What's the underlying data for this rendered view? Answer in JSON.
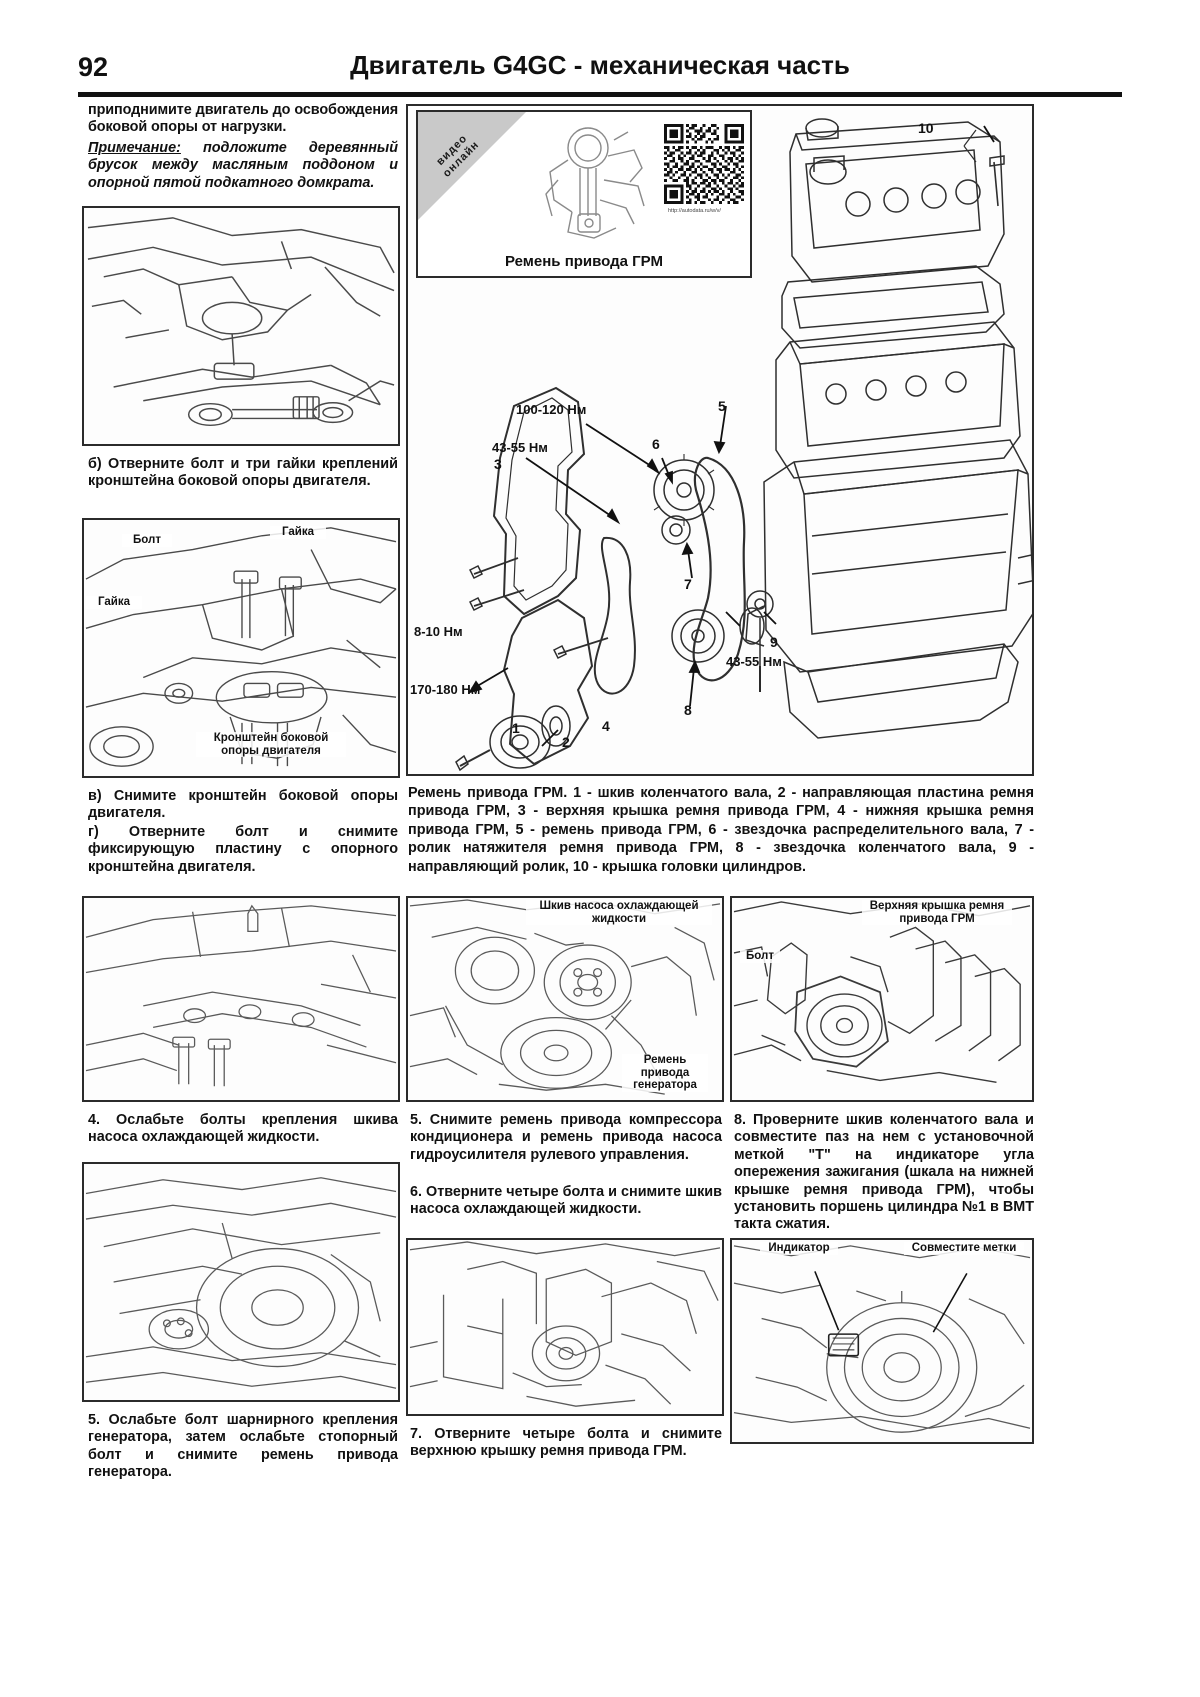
{
  "header": {
    "page_number": "92",
    "title": "Двигатель G4GC - механическая часть"
  },
  "left_column": {
    "intro_text": "приподнимите двигатель до освобождения боковой опоры от нагрузки.",
    "note_lead": "Примечание:",
    "note_text": " подложите деревянный брусок между масляным поддоном и опорной пятой подкатного домкрата.",
    "caption_b": "б) Отверните болт и три гайки креплений кронштейна боковой опоры двигателя.",
    "caption_v": "в) Снимите кронштейн боковой опоры двигателя.",
    "caption_g": "г) Отверните болт и снимите фиксирующую пластину с опорного кронштейна двигателя.",
    "caption_4": "4. Ослабьте болты крепления шкива насоса охлаждающей жидкости.",
    "caption_5": "5. Ослабьте болт шарнирного крепления генератора, затем ослабьте стопорный болт и снимите ремень привода генератора.",
    "fig_labels": {
      "bolt": "Болт",
      "nut_top": "Гайка",
      "nut_left": "Гайка",
      "bracket": "Кронштейн боковой опоры двигателя"
    }
  },
  "video_panel": {
    "corner_line1": "видео",
    "corner_line2": "онлайн",
    "caption": "Ремень привода ГРМ",
    "url": "http://autodata.ru/w/v/"
  },
  "diagram": {
    "torques": [
      {
        "label": "100-120 Нм"
      },
      {
        "label": "43-55 Нм"
      },
      {
        "label": "8-10 Нм"
      },
      {
        "label": "170-180 Нм"
      },
      {
        "label": "43-55 Нм"
      }
    ],
    "part_numbers": [
      "1",
      "2",
      "3",
      "4",
      "5",
      "6",
      "7",
      "8",
      "9",
      "10"
    ],
    "caption": "Ремень привода ГРМ. 1 - шкив коленчатого вала, 2 - направляющая пластина ремня привода ГРМ, 3 - верхняя крышка ремня привода ГРМ, 4 - нижняя крышка ремня привода ГРМ, 5 - ремень привода ГРМ, 6 - звездочка распределительного вала, 7 - ролик натяжителя ремня привода ГРМ, 8 - звездочка коленчатого вала, 9 - направляющий ролик, 10 - крышка головки цилиндров."
  },
  "middle_column": {
    "fig_labels": {
      "pump_pulley": "Шкив насоса охлаждающей жидкости",
      "alt_belt": "Ремень привода генератора"
    },
    "caption_5": "5. Снимите ремень привода компрессора кондиционера и ремень привода насоса гидроусилителя рулевого управления.",
    "caption_6": "6. Отверните четыре болта и снимите шкив насоса охлаждающей жидкости.",
    "caption_7": "7. Отверните четыре болта и снимите верхнюю крышку ремня привода ГРМ."
  },
  "right_column": {
    "fig_labels": {
      "top_cover": "Верхняя крышка ремня привода ГРМ",
      "bolt": "Болт",
      "indicator": "Индикатор",
      "align_marks": "Совместите метки"
    },
    "caption_8": "8. Проверните шкив коленчатого вала и совместите паз на нем с установочной меткой \"Т\" на индикаторе угла опережения зажигания (шкала на нижней крышке ремня привода ГРМ), чтобы установить поршень цилиндра №1 в ВМТ такта сжатия."
  }
}
